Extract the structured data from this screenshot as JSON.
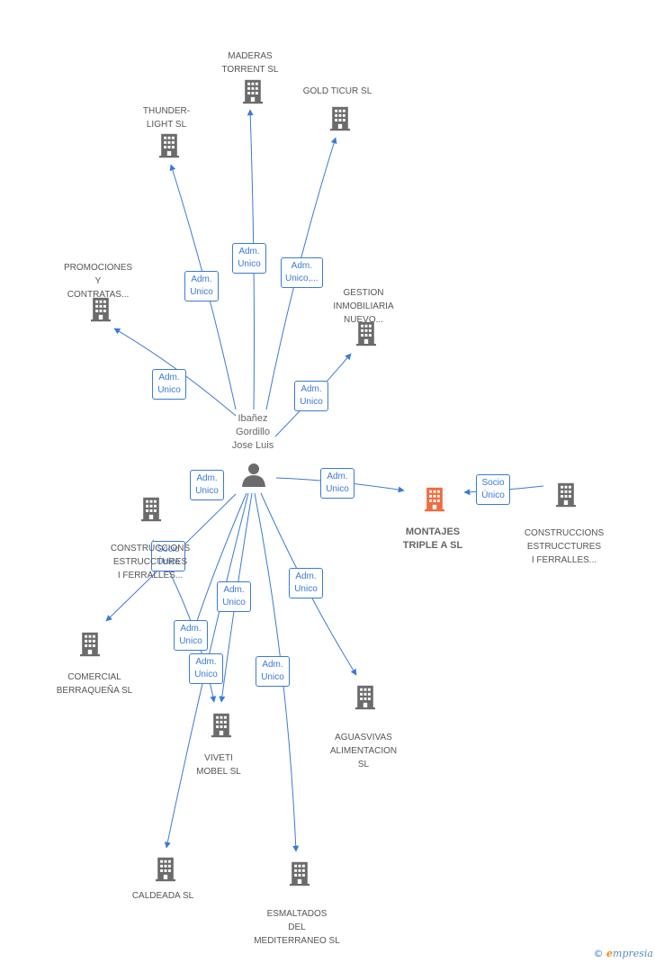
{
  "colors": {
    "edge": "#3a7bd5",
    "building": "#6b6b6b",
    "focus_building": "#f26a3d",
    "person": "#6b6b6b"
  },
  "person": {
    "name": "Ibañez\nGordillo\nJose Luis",
    "icon": "person-icon"
  },
  "nodes": [
    {
      "id": "maderas",
      "label": "MADERAS\nTORRENT SL",
      "icon": "building-icon"
    },
    {
      "id": "thunder",
      "label": "THUNDER-\nLIGHT SL",
      "icon": "building-icon"
    },
    {
      "id": "goldticur",
      "label": "GOLD TICUR SL",
      "icon": "building-icon"
    },
    {
      "id": "promociones",
      "label": "PROMOCIONES\nY\nCONTRATAS...",
      "icon": "building-icon"
    },
    {
      "id": "gestion",
      "label": "GESTION\nINMOBILIARIA\nNUEVO...",
      "icon": "building-icon"
    },
    {
      "id": "montajes",
      "label": "MONTAJES\nTRIPLE A SL",
      "icon": "building-icon",
      "focus": true
    },
    {
      "id": "construccions_right",
      "label": "CONSTRUCCIONS\nESTRUCCTURES\nI FERRALLES...",
      "icon": "building-icon"
    },
    {
      "id": "construccions_left",
      "label": "CONSTRUCCIONS\nESTRUCCTURES\nI FERRALLES...",
      "icon": "building-icon"
    },
    {
      "id": "comercial",
      "label": "COMERCIAL\nBERRAQUEÑA SL",
      "icon": "building-icon"
    },
    {
      "id": "viveti",
      "label": "VIVETI\nMOBEL SL",
      "icon": "building-icon"
    },
    {
      "id": "aguasvivas",
      "label": "AGUASVIVAS\nALIMENTACION\nSL",
      "icon": "building-icon"
    },
    {
      "id": "caldeada",
      "label": "CALDEADA SL",
      "icon": "building-icon"
    },
    {
      "id": "esmaltados",
      "label": "ESMALTADOS\nDEL\nMEDITERRANEO SL",
      "icon": "building-icon"
    }
  ],
  "edges": [
    {
      "from": "person",
      "to": "maderas",
      "label": "Adm.\nUnico"
    },
    {
      "from": "person",
      "to": "thunder",
      "label": "Adm.\nUnico"
    },
    {
      "from": "person",
      "to": "goldticur",
      "label": "Adm.\nUnico,..."
    },
    {
      "from": "person",
      "to": "promociones",
      "label": "Adm.\nUnico"
    },
    {
      "from": "person",
      "to": "gestion",
      "label": "Adm.\nUnico"
    },
    {
      "from": "person",
      "to": "montajes",
      "label": "Adm.\nUnico"
    },
    {
      "from": "construccions_right",
      "to": "montajes",
      "label": "Socio\nÚnico"
    },
    {
      "from": "person",
      "to": "comercial",
      "label": "Adm.\nUnico"
    },
    {
      "from": "person",
      "to": "construccions_left",
      "label": "Adm.\nUnico"
    },
    {
      "from": "construccions_left",
      "to": "viveti",
      "label": "Socio\nÚnico"
    },
    {
      "from": "person",
      "to": "viveti",
      "label": "Adm.\nUnico"
    },
    {
      "from": "person",
      "to": "caldeada",
      "label": "Adm.\nUnico"
    },
    {
      "from": "person",
      "to": "aguasvivas",
      "label": "Adm.\nUnico"
    },
    {
      "from": "person",
      "to": "esmaltados",
      "label": "Adm.\nUnico"
    }
  ],
  "brand": {
    "copyright": "©",
    "first_letter": "e",
    "rest": "mpresia"
  }
}
